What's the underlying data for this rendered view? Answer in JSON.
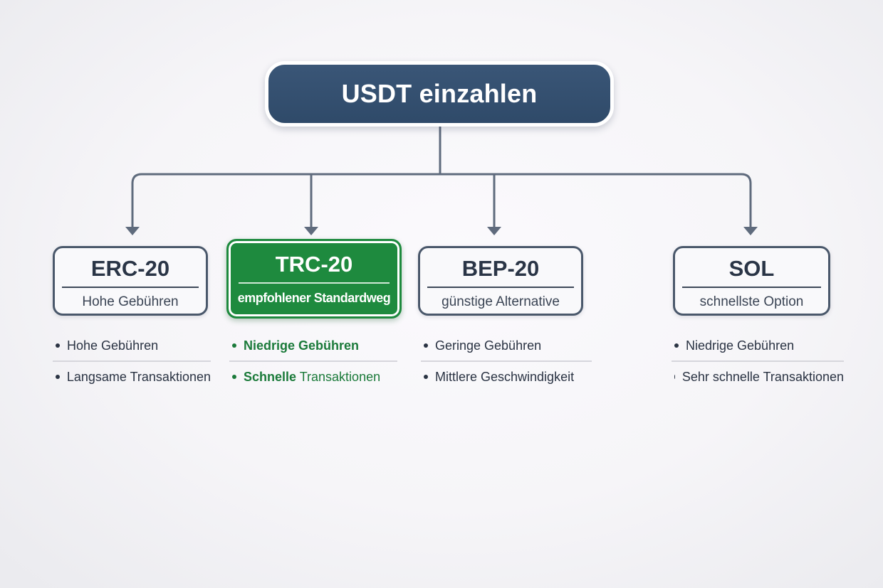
{
  "title": "USDT einzahlen",
  "colors": {
    "title_bg": "#34506E",
    "connector": "#5F6B7D",
    "recommended": "#1E8A3E",
    "node_border": "#4A586B",
    "text_dark": "#2A3343"
  },
  "networks": [
    {
      "name": "ERC-20",
      "subtitle": "Hohe Gebühren",
      "recommended": false,
      "features": [
        "Hohe Gebühren",
        "Langsame Transaktionen"
      ]
    },
    {
      "name": "TRC-20",
      "subtitle": "empfohlener Standardweg",
      "recommended": true,
      "features": [
        "Niedrige Gebühren",
        "Schnelle Transaktionen"
      ],
      "feature2_parts": [
        "Schnelle",
        " Transaktionen"
      ]
    },
    {
      "name": "BEP-20",
      "subtitle": "günstige Alternative",
      "recommended": false,
      "features": [
        "Geringe Gebühren",
        "Mittlere Geschwindigkeit"
      ]
    },
    {
      "name": "SOL",
      "subtitle": "schnellste Option",
      "recommended": false,
      "features": [
        "Niedrige Gebühren",
        "Sehr schnelle Transaktionen"
      ]
    }
  ]
}
